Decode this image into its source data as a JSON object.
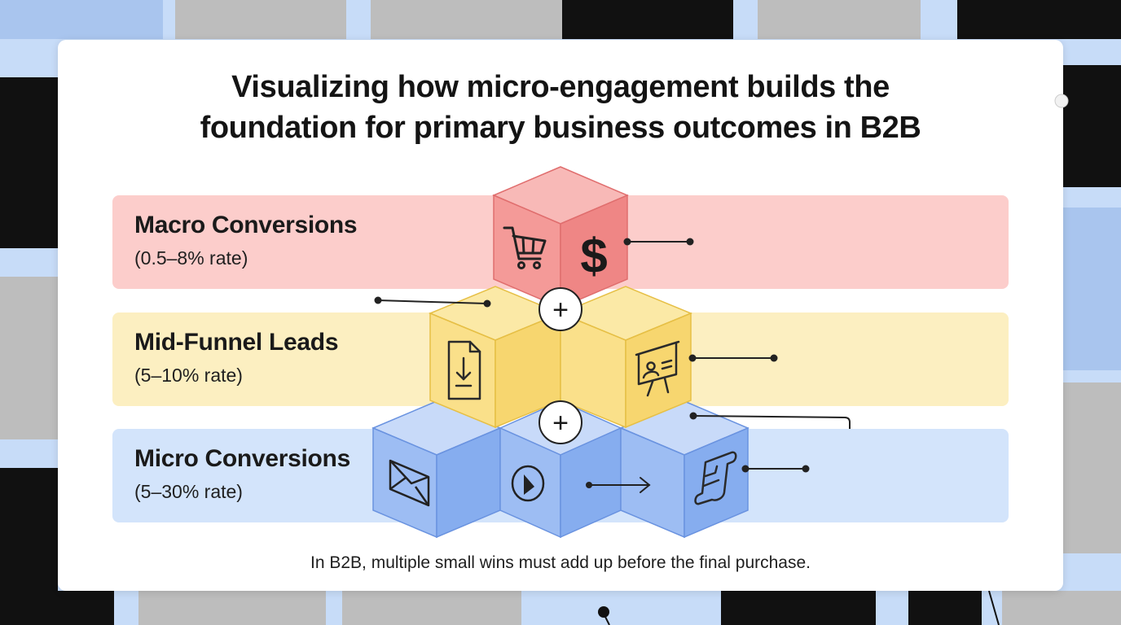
{
  "title": "Visualizing how micro-engagement builds the\nfoundation for primary business outcomes in B2B",
  "tiers": [
    {
      "name": "Macro Conversions",
      "rate": "(0.5–8% rate)"
    },
    {
      "name": "Mid-Funnel Leads",
      "rate": "(5–10% rate)"
    },
    {
      "name": "Micro Conversions",
      "rate": "(5–30% rate)"
    }
  ],
  "footer": "In B2B, multiple small wins must add up before the final purchase.",
  "operators": [
    "+",
    "+"
  ],
  "icons": {
    "macro": [
      "shopping-cart-icon",
      "dollar-sign-icon"
    ],
    "mid": [
      "download-document-icon",
      "presentation-icon"
    ],
    "micro": [
      "envelope-icon",
      "play-icon",
      "arrow-right-icon",
      "scroll-icon"
    ]
  },
  "colors": {
    "macro_band": "#fccdcb",
    "mid_band": "#fcefc1",
    "micro_band": "#d3e4fb",
    "macro_cube": "#f28b8b",
    "mid_cube": "#f8d978",
    "micro_cube": "#98baf4"
  }
}
